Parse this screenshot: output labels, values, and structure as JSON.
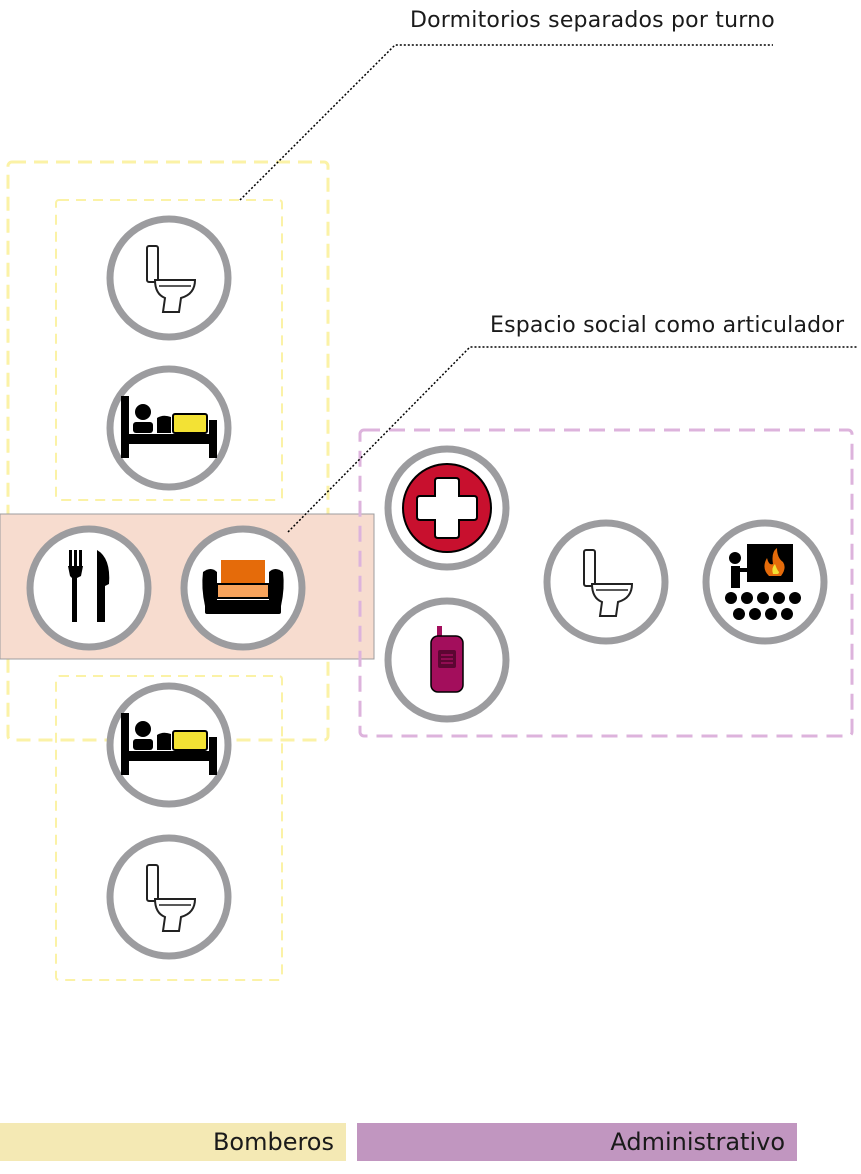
{
  "annotations": {
    "dormitorios": "Dormitorios separados por turno",
    "espacio_social": "Espacio social como articulador"
  },
  "legend": {
    "bomberos": "Bomberos",
    "administrativo": "Administrativo"
  },
  "colors": {
    "bomberos_zone": "#f4e9b4",
    "bomberos_dash": "#fbf2a6",
    "administrativo_zone": "#c196c0",
    "administrativo_dash": "#ddb3dc",
    "social_zone": "#f7dccf",
    "circle_stroke": "#9c9c9f",
    "medical": "#c8102e",
    "radio": "#a30e5c",
    "sofa": "#e56b0a",
    "bed_pillow": "#f3e234"
  },
  "icons": {
    "bomberos": [
      "toilet-icon",
      "bed-icon",
      "cutlery-icon",
      "sofa-icon",
      "bed-icon",
      "toilet-icon"
    ],
    "administrativo": [
      "medical-cross-icon",
      "radio-icon",
      "toilet-icon",
      "fire-training-icon"
    ]
  }
}
